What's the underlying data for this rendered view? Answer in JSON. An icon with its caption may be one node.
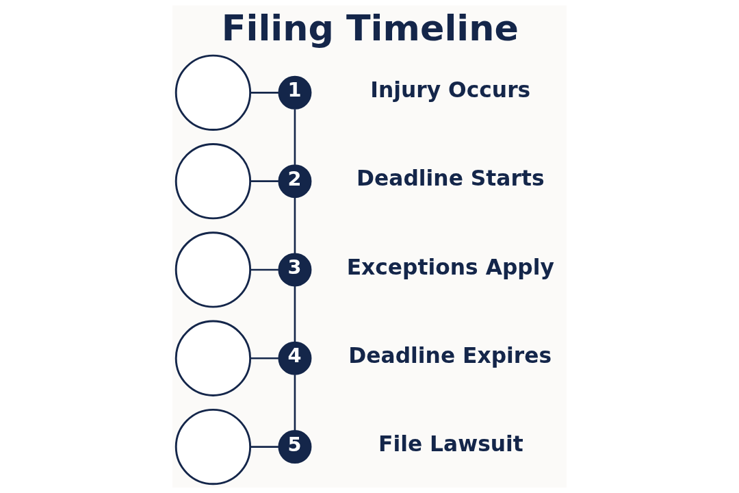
{
  "diagram": {
    "title": "Filing Timeline",
    "nodes": [
      {
        "text": [],
        "shape": "circle"
      },
      {
        "text": [
          "1"
        ],
        "beside": [
          "Injury Occurs"
        ]
      },
      {
        "text": [],
        "shape": "circle"
      },
      {
        "text": [
          "2"
        ],
        "beside": [
          "Deadline Starts"
        ]
      },
      {
        "text": [],
        "shape": "circle"
      },
      {
        "text": [
          "3"
        ],
        "beside": [
          "Exceptions Apply"
        ]
      },
      {
        "text": [],
        "shape": "circle"
      },
      {
        "text": [
          "4"
        ],
        "beside": [
          "Deadline Expires"
        ]
      },
      {
        "text": [],
        "shape": "circle"
      },
      {
        "text": [
          "5"
        ],
        "beside": [
          "File Lawsuit"
        ]
      }
    ],
    "edges": [
      {
        "from": 0,
        "to": 1,
        "arrow": "none"
      },
      {
        "from": 1,
        "to": 3,
        "arrow": "none"
      },
      {
        "from": 2,
        "to": 3,
        "arrow": "none"
      },
      {
        "from": 3,
        "to": 5,
        "arrow": "none"
      },
      {
        "from": 4,
        "to": 5,
        "arrow": "none"
      },
      {
        "from": 5,
        "to": 7,
        "arrow": "none"
      },
      {
        "from": 6,
        "to": 7,
        "arrow": "none"
      },
      {
        "from": 7,
        "to": 9,
        "arrow": "none"
      },
      {
        "from": 8,
        "to": 9,
        "arrow": "none"
      }
    ]
  }
}
